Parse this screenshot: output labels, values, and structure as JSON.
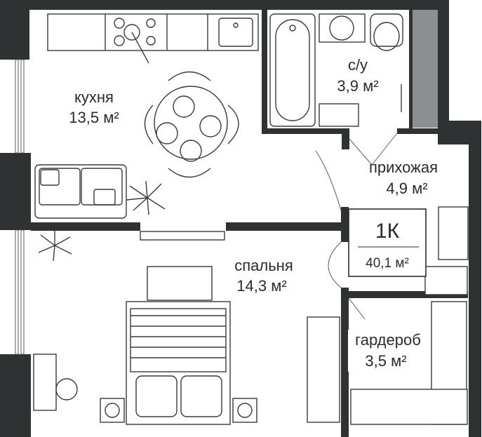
{
  "plan": {
    "unit_type": "1К",
    "unit_area": "40,1 м²"
  },
  "rooms": {
    "kitchen": {
      "name": "кухня",
      "area": "13,5 м²"
    },
    "bathroom": {
      "name": "с/у",
      "area": "3,9 м²"
    },
    "hallway": {
      "name": "прихожая",
      "area": "4,9 м²"
    },
    "bedroom": {
      "name": "спальня",
      "area": "14,3 м²"
    },
    "wardrobe": {
      "name": "гардероб",
      "area": "3,5 м²"
    }
  },
  "colors": {
    "wall": "#2f3233",
    "shaft": "#8c8f90",
    "line": "#3a3a3a",
    "text": "#2b2b2b"
  }
}
